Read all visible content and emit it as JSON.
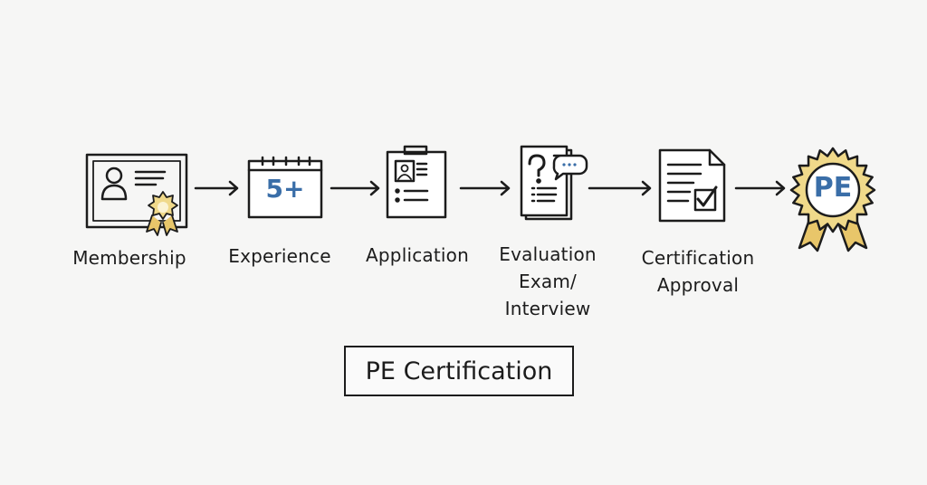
{
  "steps": [
    {
      "label": "Membership",
      "icon": "membership-certificate-icon"
    },
    {
      "label": "Experience",
      "icon": "calendar-icon",
      "badge_text": "5+"
    },
    {
      "label": "Application",
      "icon": "clipboard-icon"
    },
    {
      "label_lines": [
        "Evaluation",
        "Exam/",
        "Interview"
      ],
      "icon": "exam-document-icon"
    },
    {
      "label_lines": [
        "Certification",
        "Approval"
      ],
      "icon": "approval-document-icon"
    },
    {
      "icon": "pe-award-badge-icon",
      "badge_text": "PE"
    }
  ],
  "title": "PE Certification",
  "colors": {
    "accent_blue": "#3a6ea8",
    "gold": "#e8c66a",
    "ink": "#1c1c1c"
  }
}
